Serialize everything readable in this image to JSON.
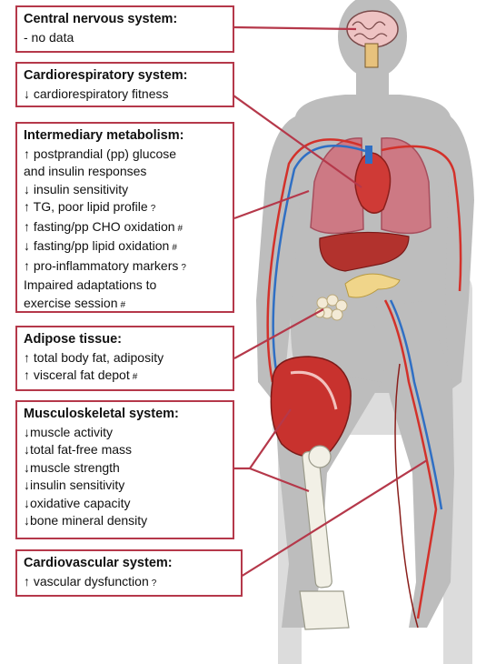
{
  "colors": {
    "box_border": "#b5384a",
    "body_silhouette": "#bdbdbd",
    "chair": "#dcdcdc",
    "artery": "#d3312a",
    "vein": "#2f6fc4",
    "muscle": "#c8322e",
    "leader_line": "#b5384a"
  },
  "icons": [
    "brain-icon",
    "lungs-icon",
    "heart-icon",
    "liver-icon",
    "pancreas-icon",
    "fat-tissue-icon",
    "thigh-muscle-icon",
    "skeleton-leg-icon",
    "blood-vessel-icon"
  ],
  "boxes": [
    {
      "id": "cns",
      "title": "Central nervous system:",
      "lines": [
        {
          "text": "- no data",
          "mark": ""
        }
      ]
    },
    {
      "id": "cardioresp",
      "title": "Cardiorespiratory system:",
      "lines": [
        {
          "text": "↓ cardiorespiratory fitness",
          "mark": ""
        }
      ]
    },
    {
      "id": "metabolism",
      "title": "Intermediary metabolism:",
      "lines": [
        {
          "text": "↑ postprandial (pp) glucose",
          "mark": ""
        },
        {
          "text": " and insulin responses",
          "mark": ""
        },
        {
          "text": "↓ insulin sensitivity",
          "mark": ""
        },
        {
          "text": "↑ TG, poor lipid profile",
          "mark": "?"
        },
        {
          "text": "↑ fasting/pp CHO oxidation",
          "mark": "#"
        },
        {
          "text": "↓ fasting/pp lipid oxidation",
          "mark": "#"
        },
        {
          "text": "↑ pro-inflammatory markers",
          "mark": "?"
        },
        {
          "text": " Impaired adaptations to",
          "mark": ""
        },
        {
          "text": "exercise session",
          "mark": "#"
        }
      ]
    },
    {
      "id": "adipose",
      "title": "Adipose tissue:",
      "lines": [
        {
          "text": "↑ total body fat, adiposity",
          "mark": ""
        },
        {
          "text": "↑ visceral fat depot",
          "mark": "#"
        }
      ]
    },
    {
      "id": "musculo",
      "title": "Musculoskeletal system:",
      "lines": [
        {
          "text": "↓muscle activity",
          "mark": ""
        },
        {
          "text": "↓total fat-free mass",
          "mark": ""
        },
        {
          "text": "↓muscle strength",
          "mark": ""
        },
        {
          "text": "↓insulin sensitivity",
          "mark": ""
        },
        {
          "text": "↓oxidative capacity",
          "mark": ""
        },
        {
          "text": "↓bone mineral density",
          "mark": ""
        }
      ]
    },
    {
      "id": "cardiovasc",
      "title": "Cardiovascular system:",
      "lines": [
        {
          "text": "↑ vascular dysfunction",
          "mark": "?"
        }
      ]
    }
  ]
}
